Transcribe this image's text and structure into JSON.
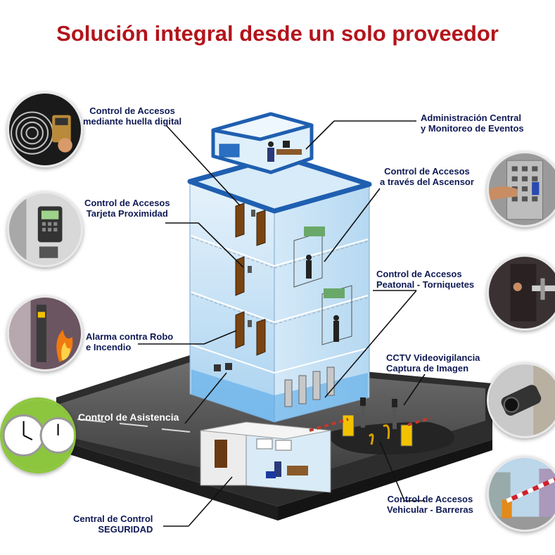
{
  "title": "Solución integral desde un solo proveedor",
  "labels": {
    "huella": [
      "Control de Accesos",
      "mediante huella digital"
    ],
    "tarjeta": [
      "Control de Accesos",
      "Tarjeta Proximidad"
    ],
    "alarma": [
      "Alarma contra Robo",
      "e Incendio"
    ],
    "asistencia": [
      "Control de Asistencia"
    ],
    "central": [
      "Central de Control",
      "SEGURIDAD"
    ],
    "admin": [
      "Administración Central",
      "y Monitoreo de Eventos"
    ],
    "ascensor": [
      "Control  de  Accesos",
      "a través del Ascensor"
    ],
    "peatonal": [
      "Control de Accesos",
      "Peatonal - Torniquetes"
    ],
    "cctv": [
      "CCTV Videovigilancia",
      "Captura de Imagen"
    ],
    "vehicular": [
      "Control de Accesos",
      "Vehicular - Barreras"
    ]
  },
  "icons": {
    "left": [
      "fingerprint-reader-icon",
      "proximity-card-reader-icon",
      "fire-alarm-icon",
      "clock-icon"
    ],
    "right": [
      "elevator-keypad-icon",
      "turnstile-icon",
      "cctv-camera-icon",
      "vehicle-barrier-icon"
    ]
  },
  "colors": {
    "title": "#b3141b",
    "labels": "#0f1a55",
    "building_frame": "#1f5fb0",
    "glass": "#cfe6f7"
  }
}
